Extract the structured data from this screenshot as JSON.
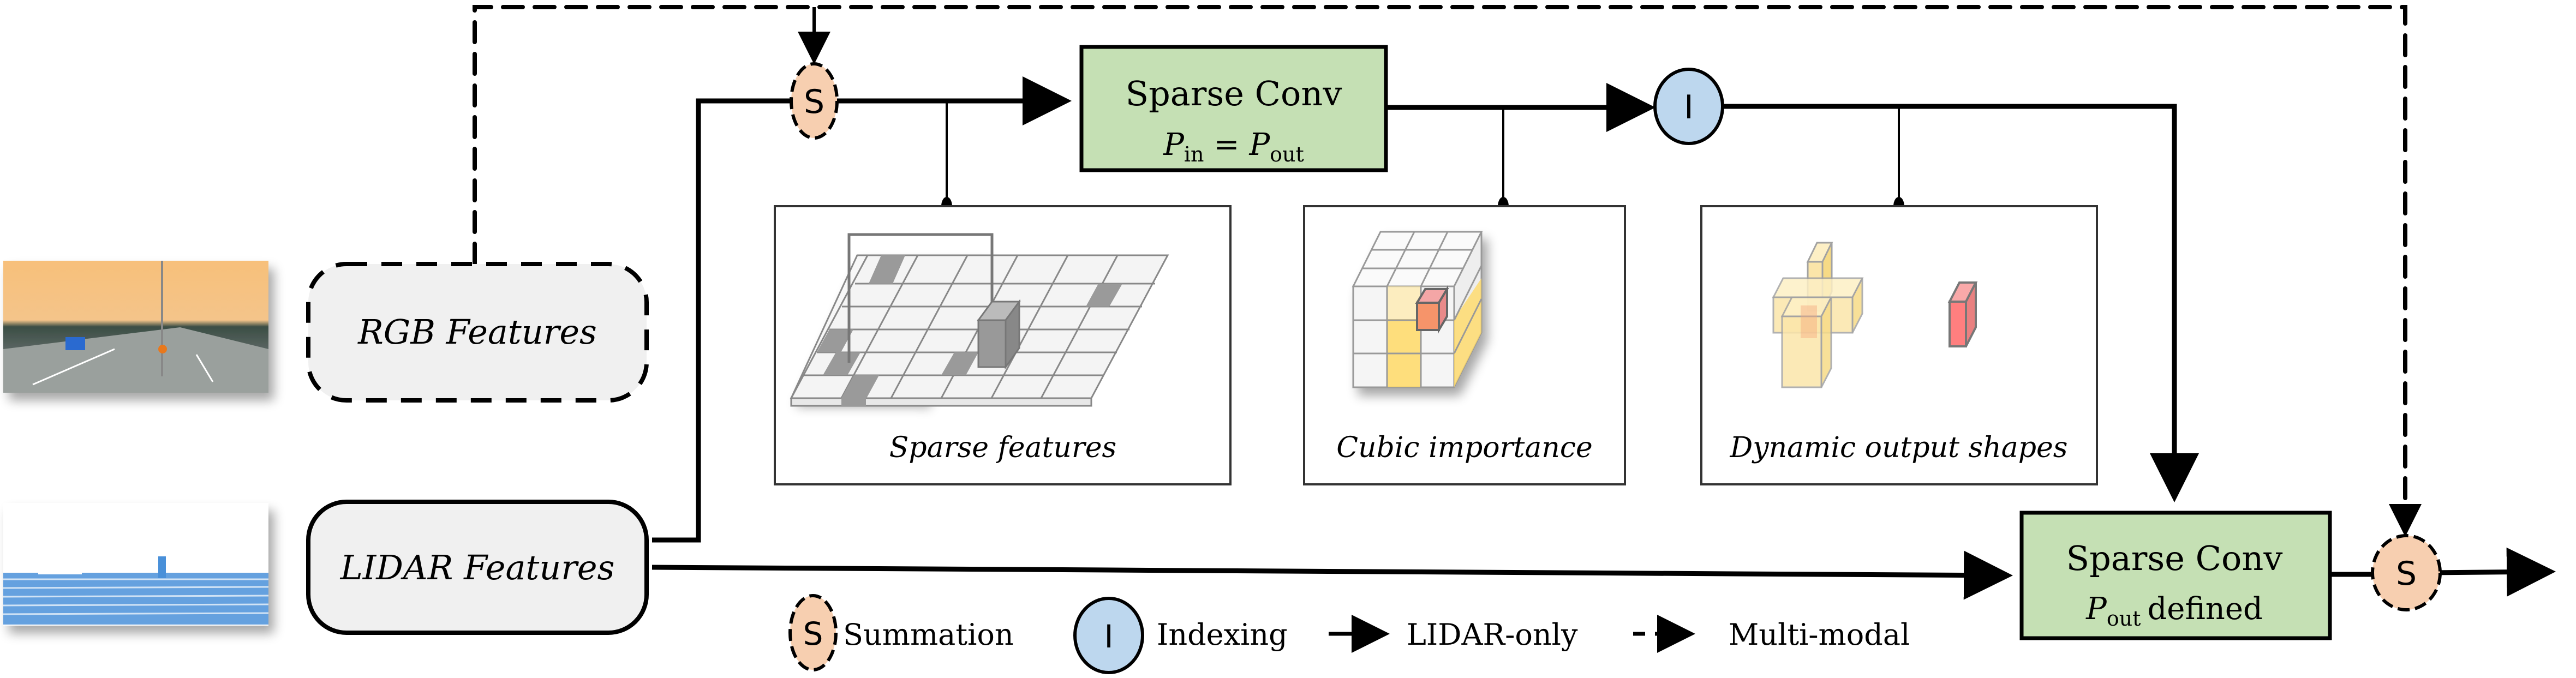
{
  "inputs": {
    "rgb": {
      "label": "RGB Features",
      "style": "dashed"
    },
    "lidar": {
      "label": "LIDAR Features",
      "style": "solid"
    }
  },
  "nodes": {
    "summation_symbol": "S",
    "indexing_symbol": "I",
    "conv1": {
      "title": "Sparse Conv",
      "P": "P",
      "sub_in": "in",
      "eq": "=",
      "sub_out": "out"
    },
    "conv2": {
      "title": "Sparse Conv",
      "P": "P",
      "sub_out": "out",
      "suffix": "defined"
    }
  },
  "panels": [
    {
      "caption": "Sparse features"
    },
    {
      "caption": "Cubic importance"
    },
    {
      "caption": "Dynamic output shapes"
    }
  ],
  "legend": {
    "summation": "Summation",
    "indexing": "Indexing",
    "lidar_only": "LIDAR-only",
    "multi_modal": "Multi-modal"
  },
  "colors": {
    "summation_fill": "#f7cfb0",
    "indexing_fill": "#bdd7ee",
    "conv_fill": "#c5e0b4",
    "feature_box_fill": "#f0f0f0",
    "cube_yellow": "#ffd966",
    "cube_red": "#ff7f7f"
  }
}
